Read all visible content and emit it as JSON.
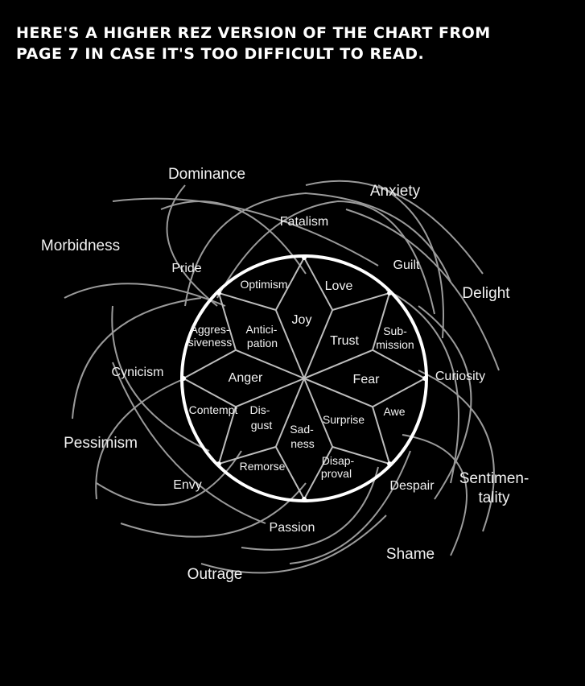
{
  "header": {
    "line1": "HERE'S A HIGHER REZ VERSION OF THE CHART FROM",
    "line2": "PAGE 7 IN CASE IT'S TOO DIFFICULT TO READ."
  },
  "diagram": {
    "core_emotions": [
      "Joy",
      "Trust",
      "Fear",
      "Surprise",
      "Sad-",
      "ness",
      "Dis-",
      "gust",
      "Anger",
      "Antici-",
      "pation"
    ],
    "dyads": [
      "Optimism",
      "Love",
      "Sub-",
      "mission",
      "Awe",
      "Disap-",
      "proval",
      "Remorse",
      "Contempt",
      "Aggres-",
      "siveness"
    ],
    "secondary": [
      "Fatalism",
      "Guilt",
      "Curiosity",
      "Despair",
      "Passion",
      "Envy",
      "Cynicism",
      "Pride"
    ],
    "tertiary": [
      "Dominance",
      "Anxiety",
      "Delight",
      "Sentimen-",
      "tality",
      "Shame",
      "Outrage",
      "Pessimism",
      "Morbidness"
    ]
  }
}
